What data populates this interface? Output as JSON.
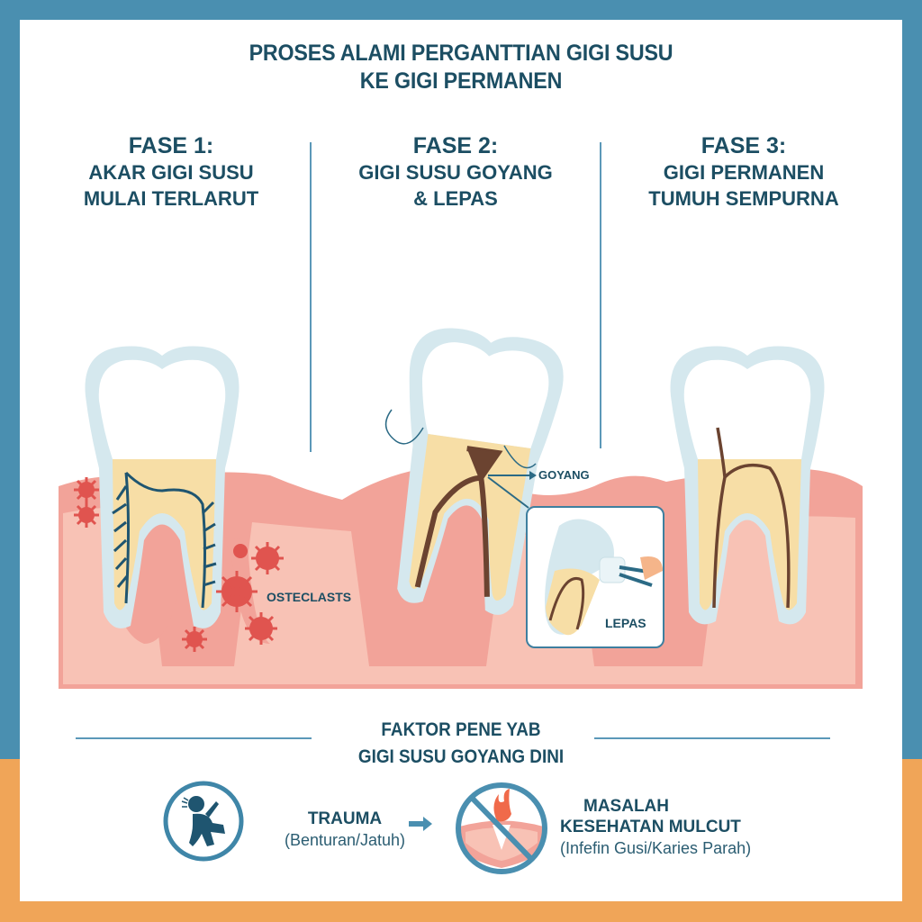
{
  "title": {
    "line1": "PROSES ALAMI PERGANTTIAN GIGI SUSU",
    "line2": "KE GIGI PERMANEN"
  },
  "phases": [
    {
      "number": "FASE 1:",
      "line1": "AKAR GIGI SUSU",
      "line2": "MULAI TERLARUT"
    },
    {
      "number": "FASE 2:",
      "line1": "GIGI SUSU GOYANG",
      "line2": "& LEPAS"
    },
    {
      "number": "FASE 3:",
      "line1": "GIGI PERMANEN",
      "line2": "TUMUH SEMPURNA"
    }
  ],
  "labels": {
    "osteoclasts": "OSTECLASTS",
    "goyang": "GOYANG",
    "lepas": "LEPAS"
  },
  "factors_section": {
    "title_line1": "FAKTOR PENE YAB",
    "title_line2": "GIGI SUSU GOYANG DINI",
    "items": [
      {
        "icon": "falling-child-icon",
        "heading": "TRAUMA",
        "sub": "(Benturan/Jatuh)"
      },
      {
        "icon": "no-gum-infection-icon",
        "heading_line1": "MASALAH",
        "heading_line2": "KESEHATAN MULCUT",
        "sub": "(Infefin Gusi/Karies Parah)"
      }
    ]
  },
  "colors": {
    "frame_blue": "#4a8fb0",
    "frame_orange": "#f0a558",
    "text_dark_teal": "#1c4e63",
    "gum_outer": "#f2a399",
    "gum_inner": "#f8c2b5",
    "dentin": "#f7dea6",
    "enamel_edge": "#d5e8ee",
    "nerve_blue": "#1f5570",
    "pulp_brown": "#6b4330",
    "osteoclast_red": "#e0544f"
  }
}
